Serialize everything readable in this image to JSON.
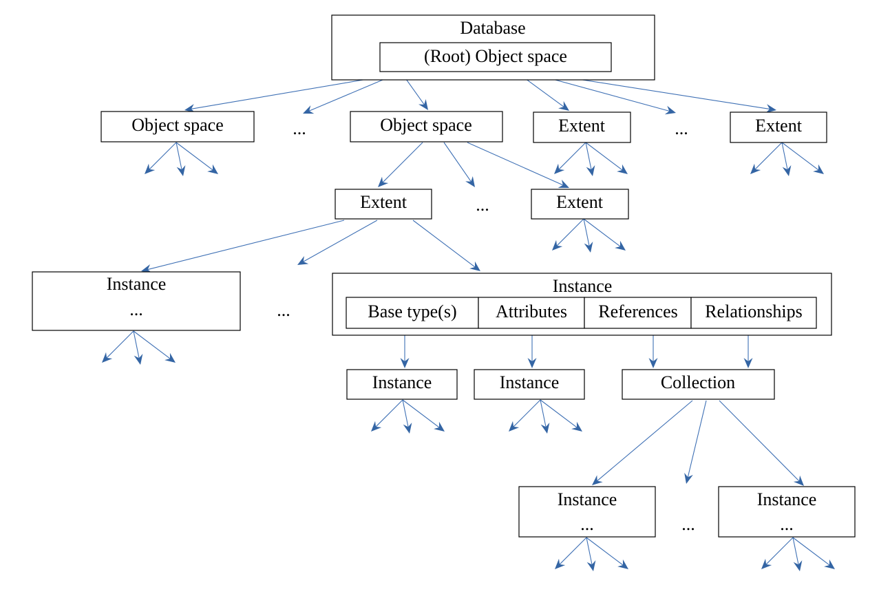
{
  "colors": {
    "edge": "#3d6fb4",
    "arrowhead": "#3465a4",
    "box_border": "#000000",
    "text": "#000000"
  },
  "database": {
    "title": "Database",
    "root_object_space": "(Root) Object space"
  },
  "level1": {
    "object_space_left": "Object space",
    "ellipsis_1": "...",
    "object_space_mid": "Object space",
    "extent_a": "Extent",
    "ellipsis_2": "...",
    "extent_b": "Extent"
  },
  "level2": {
    "extent_left": "Extent",
    "ellipsis": "...",
    "extent_right": "Extent"
  },
  "level3": {
    "instance_left": {
      "title": "Instance",
      "body": "..."
    },
    "ellipsis": "...",
    "instance_main": {
      "title": "Instance",
      "fields": [
        "Base type(s)",
        "Attributes",
        "References",
        "Relationships"
      ]
    }
  },
  "level4": {
    "instance_a": "Instance",
    "instance_b": "Instance",
    "collection": "Collection"
  },
  "level5": {
    "instance_left": {
      "title": "Instance",
      "body": "..."
    },
    "ellipsis": "...",
    "instance_right": {
      "title": "Instance",
      "body": "..."
    }
  }
}
